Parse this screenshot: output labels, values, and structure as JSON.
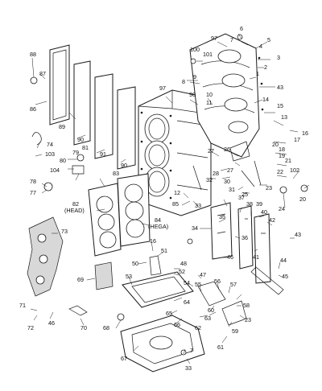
{
  "diagram": {
    "labels": [
      {
        "id": "97",
        "text": "97"
      },
      {
        "id": "6",
        "text": "6"
      },
      {
        "id": "7",
        "text": "7"
      },
      {
        "id": "5",
        "text": "5"
      },
      {
        "id": "4",
        "text": "4"
      },
      {
        "id": "3",
        "text": "3"
      },
      {
        "id": "2",
        "text": "2"
      },
      {
        "id": "1",
        "text": "1"
      },
      {
        "id": "43a",
        "text": "43"
      },
      {
        "id": "100",
        "text": "100"
      },
      {
        "id": "101",
        "text": "101"
      },
      {
        "id": "9",
        "text": "9"
      },
      {
        "id": "8",
        "text": "8"
      },
      {
        "id": "88",
        "text": "88"
      },
      {
        "id": "87",
        "text": "87"
      },
      {
        "id": "86",
        "text": "86"
      },
      {
        "id": "89",
        "text": "89"
      },
      {
        "id": "90a",
        "text": "90"
      },
      {
        "id": "91",
        "text": "91"
      },
      {
        "id": "90b",
        "text": "90"
      },
      {
        "id": "97b",
        "text": "97"
      },
      {
        "id": "98",
        "text": "98"
      },
      {
        "id": "10",
        "text": "10"
      },
      {
        "id": "11",
        "text": "11"
      },
      {
        "id": "14",
        "text": "14"
      },
      {
        "id": "15",
        "text": "15"
      },
      {
        "id": "13",
        "text": "13"
      },
      {
        "id": "16",
        "text": "16"
      },
      {
        "id": "17",
        "text": "17"
      },
      {
        "id": "18",
        "text": "18"
      },
      {
        "id": "19",
        "text": "19"
      },
      {
        "id": "20",
        "text": "20"
      },
      {
        "id": "21",
        "text": "21"
      },
      {
        "id": "22",
        "text": "22"
      },
      {
        "id": "74",
        "text": "74"
      },
      {
        "id": "103",
        "text": "103"
      },
      {
        "id": "81",
        "text": "81"
      },
      {
        "id": "79",
        "text": "79"
      },
      {
        "id": "80",
        "text": "80"
      },
      {
        "id": "104",
        "text": "104"
      },
      {
        "id": "78",
        "text": "78"
      },
      {
        "id": "77",
        "text": "77"
      },
      {
        "id": "83",
        "text": "83"
      },
      {
        "id": "82",
        "text": "82"
      },
      {
        "id": "head",
        "text": "(HEAD)"
      },
      {
        "id": "84",
        "text": "84"
      },
      {
        "id": "hega",
        "text": "(HEGA)"
      },
      {
        "id": "73",
        "text": "73"
      },
      {
        "id": "12",
        "text": "12"
      },
      {
        "id": "33a",
        "text": "33"
      },
      {
        "id": "85",
        "text": "85"
      },
      {
        "id": "27a",
        "text": "27"
      },
      {
        "id": "28",
        "text": "28"
      },
      {
        "id": "26",
        "text": "26"
      },
      {
        "id": "27b",
        "text": "27"
      },
      {
        "id": "32",
        "text": "32"
      },
      {
        "id": "30",
        "text": "30"
      },
      {
        "id": "31",
        "text": "31"
      },
      {
        "id": "25",
        "text": "25"
      },
      {
        "id": "23a",
        "text": "23"
      },
      {
        "id": "102",
        "text": "102"
      },
      {
        "id": "20b",
        "text": "20"
      },
      {
        "id": "24",
        "text": "24"
      },
      {
        "id": "37",
        "text": "37"
      },
      {
        "id": "38",
        "text": "38"
      },
      {
        "id": "39",
        "text": "39"
      },
      {
        "id": "40",
        "text": "40"
      },
      {
        "id": "42",
        "text": "42"
      },
      {
        "id": "35",
        "text": "35"
      },
      {
        "id": "34",
        "text": "34"
      },
      {
        "id": "36",
        "text": "36"
      },
      {
        "id": "43b",
        "text": "43"
      },
      {
        "id": "41",
        "text": "41"
      },
      {
        "id": "16b",
        "text": "16"
      },
      {
        "id": "51",
        "text": "51"
      },
      {
        "id": "50",
        "text": "50"
      },
      {
        "id": "48",
        "text": "48"
      },
      {
        "id": "52",
        "text": "52"
      },
      {
        "id": "46a",
        "text": "46"
      },
      {
        "id": "44",
        "text": "44"
      },
      {
        "id": "45",
        "text": "45"
      },
      {
        "id": "47",
        "text": "47"
      },
      {
        "id": "69",
        "text": "69"
      },
      {
        "id": "53",
        "text": "53"
      },
      {
        "id": "54",
        "text": "54"
      },
      {
        "id": "55",
        "text": "55"
      },
      {
        "id": "56",
        "text": "56"
      },
      {
        "id": "57",
        "text": "57"
      },
      {
        "id": "64",
        "text": "64"
      },
      {
        "id": "65",
        "text": "65"
      },
      {
        "id": "66",
        "text": "66"
      },
      {
        "id": "63",
        "text": "63"
      },
      {
        "id": "62",
        "text": "62"
      },
      {
        "id": "60",
        "text": "60"
      },
      {
        "id": "58",
        "text": "58"
      },
      {
        "id": "23b",
        "text": "23"
      },
      {
        "id": "59",
        "text": "59"
      },
      {
        "id": "61",
        "text": "61"
      },
      {
        "id": "71",
        "text": "71"
      },
      {
        "id": "72",
        "text": "72"
      },
      {
        "id": "46b",
        "text": "46"
      },
      {
        "id": "70",
        "text": "70"
      },
      {
        "id": "68",
        "text": "68"
      },
      {
        "id": "67",
        "text": "67"
      },
      {
        "id": "7b",
        "text": "7"
      },
      {
        "id": "33b",
        "text": "33"
      }
    ]
  }
}
